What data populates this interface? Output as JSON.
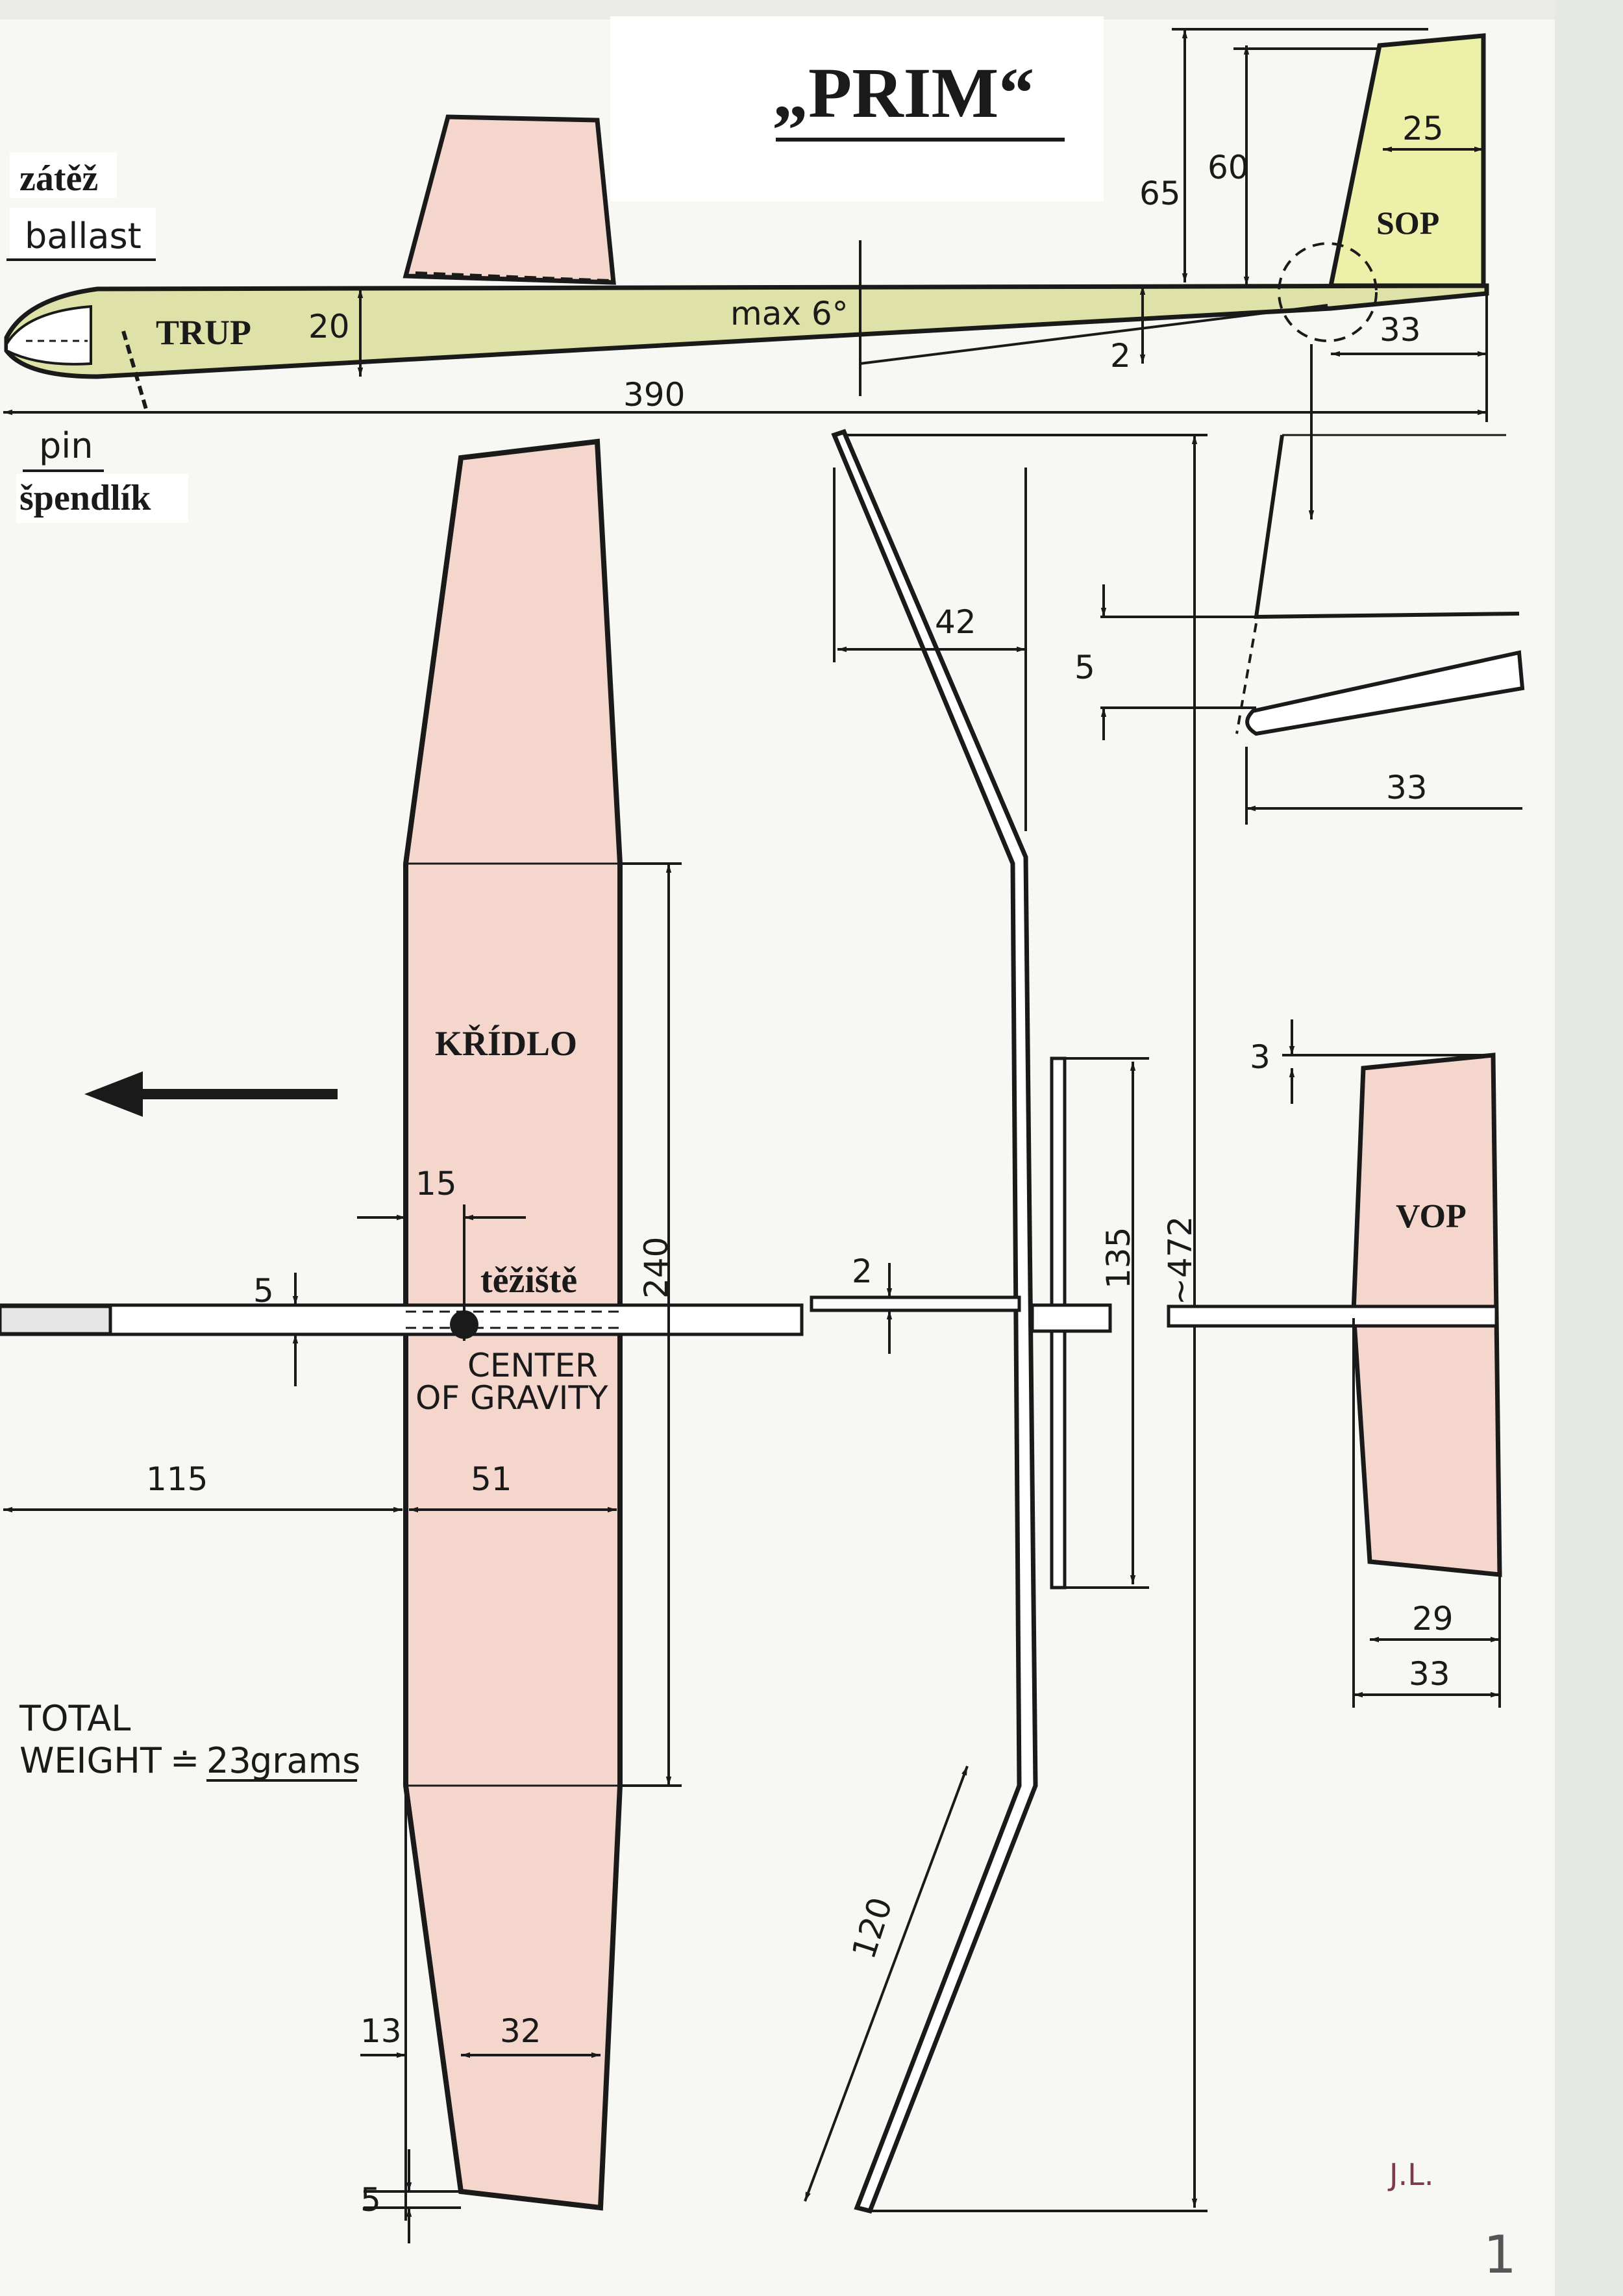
{
  "title": "„PRIM“",
  "labels": {
    "ballast_cz": "zátěž",
    "ballast_en": "ballast",
    "pin_en": "pin",
    "pin_cz": "špendlík",
    "fuselage": "TRUP",
    "fin": "SOP",
    "wing": "KŘÍDLO",
    "stabilizer": "VOP",
    "cg_cz": "těžiště",
    "cg_en_1": "CENTER",
    "cg_en_2": "OF GRAVITY",
    "weight_1": "TOTAL",
    "weight_2": "WEIGHT",
    "weight_approx": "≐",
    "weight_value": "23",
    "weight_unit": "grams",
    "author": "J.L.",
    "page_number": "1"
  },
  "dimensions": {
    "fuselage_length": "390",
    "fuselage_height": "20",
    "fuselage_taper": "max 6°",
    "tail_offset": "2",
    "tail_length": "33",
    "fin_height_65": "65",
    "fin_height_60": "60",
    "fin_chord": "25",
    "fin_mount": "5",
    "fin_mount_length": "33",
    "dihedral_rise": "42",
    "tip_length": "120",
    "span": "~472",
    "cg_offset": "15",
    "rod_height": "5",
    "stab_rod": "2",
    "center_panel": "240",
    "wing_chord": "51",
    "nose_distance": "115",
    "tip_offset": "13",
    "tip_chord": "32",
    "tip_sweep": "5",
    "stab_span": "135",
    "stab_tip": "3",
    "stab_chord_29": "29",
    "stab_chord_33": "33"
  },
  "colors": {
    "wing_fill": "#f5d6cc",
    "fuselage_fill": "#dfe2a8",
    "fin_fill": "#edf0a8",
    "ink": "#1a1a1a",
    "paper": "#f7f7f4",
    "author_ink": "#7a3b4a"
  }
}
